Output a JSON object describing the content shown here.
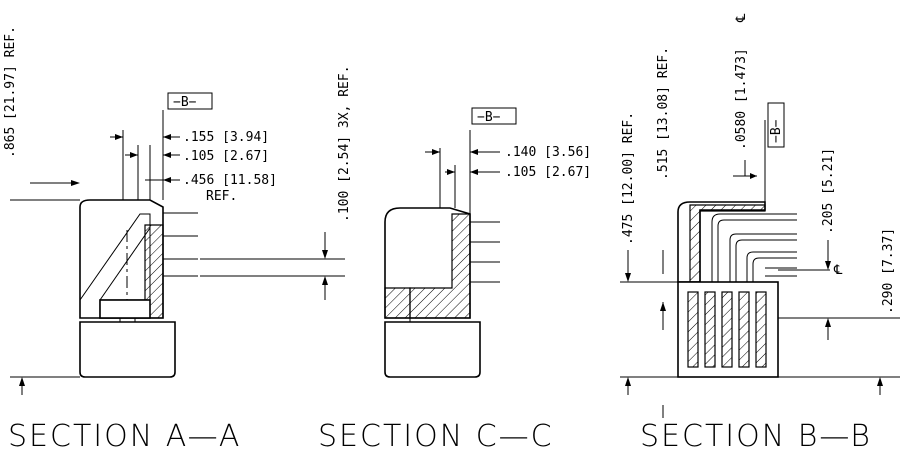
{
  "sections": {
    "a": {
      "title": "SECTION A—A",
      "datum": "−B−",
      "dims": {
        "overall_ref": "[21.97] REF.",
        "height": ".865",
        "d155": ".155 [3.94]",
        "d105": ".105 [2.67]",
        "d456": ".456 [11.58]",
        "ref": "REF.",
        "pitch": ".100 [2.54] 3X, REF."
      }
    },
    "c": {
      "title": "SECTION C—C",
      "datum": "−B−",
      "dims": {
        "d140": ".140 [3.56]",
        "d105": ".105 [2.67]"
      }
    },
    "b": {
      "title": "SECTION B—B",
      "datum": "−B−",
      "dims": {
        "d475": ".475 [12.00] REF.",
        "d515": ".515 [13.08] REF.",
        "d0580": ".0580 [1.473]",
        "cl": "℄",
        "d205": ".205 [5.21]",
        "d290": ".290 [7.37]",
        "cl2": "℄"
      }
    }
  },
  "colors": {
    "line": "#000000",
    "background": "#ffffff"
  }
}
